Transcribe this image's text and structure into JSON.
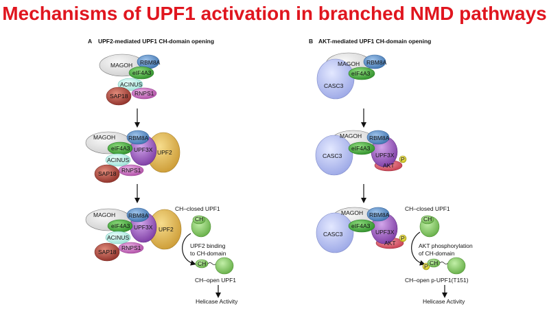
{
  "title": "Mechanisms of UPF1 activation in branched NMD pathways",
  "panel_a": {
    "letter": "A",
    "heading": "UPF2-mediated UPF1 CH-domain opening",
    "ch_closed": "CH–closed UPF1",
    "ch": "CH",
    "binding_line1": "UPF2 binding",
    "binding_line2": "to CH-domain",
    "ch_open": "CH–open UPF1",
    "helicase": "Helicase Activity"
  },
  "panel_b": {
    "letter": "B",
    "heading": "AKT-mediated UPF1 CH-domain opening",
    "ch_closed": "CH–closed UPF1",
    "ch": "CH",
    "phos_line1": "AKT phosphorylation",
    "phos_line2": "of CH-domain",
    "ch_open": "CH–open p-UPF1(T151)",
    "helicase": "Helicase Activity",
    "p": "P"
  },
  "proteins": {
    "magoh": "MAGOH",
    "rbm8a": "RBM8A",
    "eif4a3": "eIF4A3",
    "acinus": "ACINUS",
    "sap18": "SAP18",
    "rnps1": "RNPS1",
    "upf3x": "UPF3X",
    "upf2": "UPF2",
    "casc3": "CASC3",
    "akt": "AKT"
  },
  "colors": {
    "title": "#e0161f",
    "magoh": "#e6e6e6",
    "rbm8a": "#5b8fc7",
    "eif4a3": "#4cae3e",
    "acinus": "#bff0ea",
    "sap18": "#b5453a",
    "rnps1": "#c86ac0",
    "upf3x": "#9a5bbd",
    "upf2": "#e3bb55",
    "casc3": "#b9c3f2",
    "akt": "#de5a6a",
    "upf1": "#8ccf6c",
    "phospho": "#e8e23a"
  }
}
